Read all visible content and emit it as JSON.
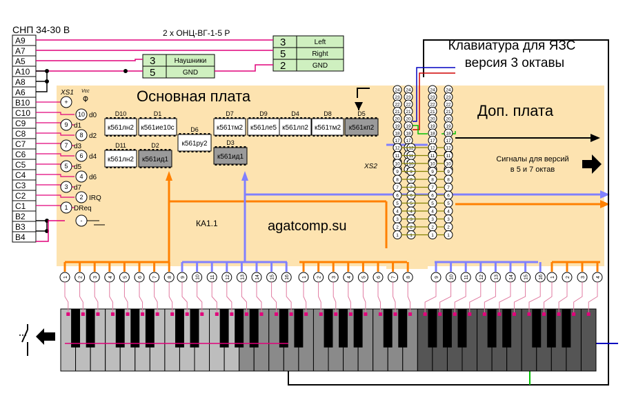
{
  "connector": {
    "title": "СНП 34-30 В",
    "pins": [
      "A9",
      "A7",
      "A5",
      "A10",
      "A8",
      "A6",
      "B10",
      "C10",
      "C9",
      "C8",
      "C7",
      "C6",
      "C5",
      "C4",
      "C3",
      "C2",
      "C1",
      "B2",
      "B3",
      "B4"
    ]
  },
  "speaker": {
    "title": "2 х ОНЦ-ВГ-1-5 Р",
    "rows": [
      [
        "3",
        "Left"
      ],
      [
        "5",
        "Right"
      ],
      [
        "2",
        "GND"
      ]
    ]
  },
  "headphones": {
    "rows": [
      [
        "3",
        "Наушники"
      ],
      [
        "5",
        "GND"
      ]
    ]
  },
  "heading": {
    "line1": "Клавиатура для ЯЗС",
    "line2": "версия 3 октавы"
  },
  "main_board": {
    "title": "Основная плата",
    "xs1_label": "XS1",
    "vcc_label": "Vcc",
    "xs1_pins": [
      {
        "num": "10",
        "label": "d0"
      },
      {
        "num": "9",
        "label": "d1"
      },
      {
        "num": "8",
        "label": "d2"
      },
      {
        "num": "7",
        "label": "d3"
      },
      {
        "num": "6",
        "label": "d4"
      },
      {
        "num": "5",
        "label": "d5"
      },
      {
        "num": "4",
        "label": "d6"
      },
      {
        "num": "3",
        "label": "d7"
      },
      {
        "num": "2",
        "label": "IRQ"
      },
      {
        "num": "1",
        "label": "DReq"
      }
    ],
    "chips": [
      {
        "ref": "D10",
        "name": "к561лн2",
        "gray": false
      },
      {
        "ref": "D1",
        "name": "к561ие10с",
        "gray": false
      },
      {
        "ref": "D11",
        "name": "к561лн2",
        "gray": false
      },
      {
        "ref": "D2",
        "name": "к561ид1",
        "gray": true
      },
      {
        "ref": "D6",
        "name": "к561ру2",
        "gray": false
      },
      {
        "ref": "D7",
        "name": "к561тм2",
        "gray": false
      },
      {
        "ref": "D9",
        "name": "к561ле5",
        "gray": false
      },
      {
        "ref": "D4",
        "name": "к561лп2",
        "gray": false
      },
      {
        "ref": "D8",
        "name": "к561тм2",
        "gray": false
      },
      {
        "ref": "D5",
        "name": "к561кп2",
        "gray": true
      },
      {
        "ref": "D3",
        "name": "к561ид1",
        "gray": true
      }
    ],
    "ka_label": "КА1.1",
    "site": "agatcomp.su",
    "xs2_label": "XS2",
    "xs2_left": [
      "24",
      "23",
      "22",
      "21",
      "20",
      "19",
      "18",
      "17",
      "16",
      "15",
      "14",
      "13",
      "12",
      "11",
      "10",
      "9",
      "8",
      "7",
      "6",
      "5",
      "4",
      "3",
      "2",
      "1"
    ]
  },
  "ext_board": {
    "title": "Доп. плата",
    "pins": [
      "24",
      "23",
      "22",
      "21",
      "20",
      "19",
      "18",
      "17",
      "16",
      "15",
      "14",
      "13",
      "12",
      "11",
      "10",
      "9",
      "8",
      "7",
      "6",
      "5",
      "4",
      "3",
      "2",
      "1"
    ],
    "signals_line1": "Сигналы для версий",
    "signals_line2": "в 5 и 7 октав"
  },
  "bottom_pins": {
    "group1": [
      "1",
      "2",
      "3",
      "4",
      "5",
      "6",
      "7",
      "8"
    ],
    "group2": [
      "9",
      "10",
      "11",
      "12",
      "13",
      "14",
      "15",
      "16"
    ],
    "group3": [
      "1",
      "2",
      "3",
      "4",
      "5",
      "6",
      "7",
      "8"
    ],
    "group4": [
      "9",
      "10",
      "11",
      "12",
      "13",
      "14",
      "15",
      "16"
    ],
    "group5": [
      "1",
      "2",
      "3",
      "4"
    ]
  },
  "colors": {
    "board": "#fde3b0",
    "orange": "#ff8000",
    "blue": "#8080ff",
    "magenta": "#e0007a",
    "pink": "#e07aa0",
    "green": "#00c000",
    "darkblue": "#0000c0",
    "olive": "#808000"
  }
}
